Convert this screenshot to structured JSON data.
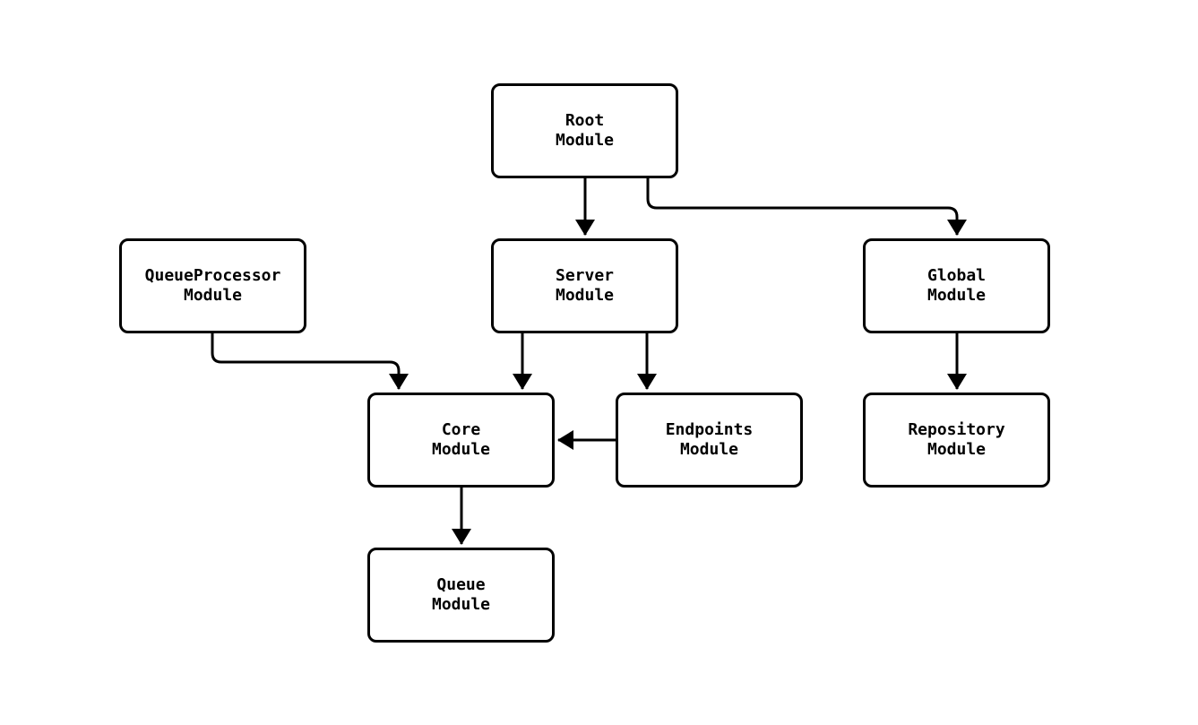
{
  "diagram": {
    "type": "module-dependency-flowchart",
    "nodes": [
      {
        "id": "root",
        "label": "Root\nModule"
      },
      {
        "id": "queueprocessor",
        "label": "QueueProcessor\nModule"
      },
      {
        "id": "server",
        "label": "Server\nModule"
      },
      {
        "id": "global",
        "label": "Global\nModule"
      },
      {
        "id": "core",
        "label": "Core\nModule"
      },
      {
        "id": "endpoints",
        "label": "Endpoints\nModule"
      },
      {
        "id": "repository",
        "label": "Repository\nModule"
      },
      {
        "id": "queue",
        "label": "Queue\nModule"
      }
    ],
    "edges": [
      {
        "from": "root",
        "to": "server"
      },
      {
        "from": "root",
        "to": "global"
      },
      {
        "from": "queueprocessor",
        "to": "core"
      },
      {
        "from": "server",
        "to": "core"
      },
      {
        "from": "server",
        "to": "endpoints"
      },
      {
        "from": "endpoints",
        "to": "core"
      },
      {
        "from": "global",
        "to": "repository"
      },
      {
        "from": "core",
        "to": "queue"
      }
    ],
    "colors": {
      "stroke": "#000000",
      "node_fill": "#ffffff",
      "background": "#ffffff"
    }
  }
}
